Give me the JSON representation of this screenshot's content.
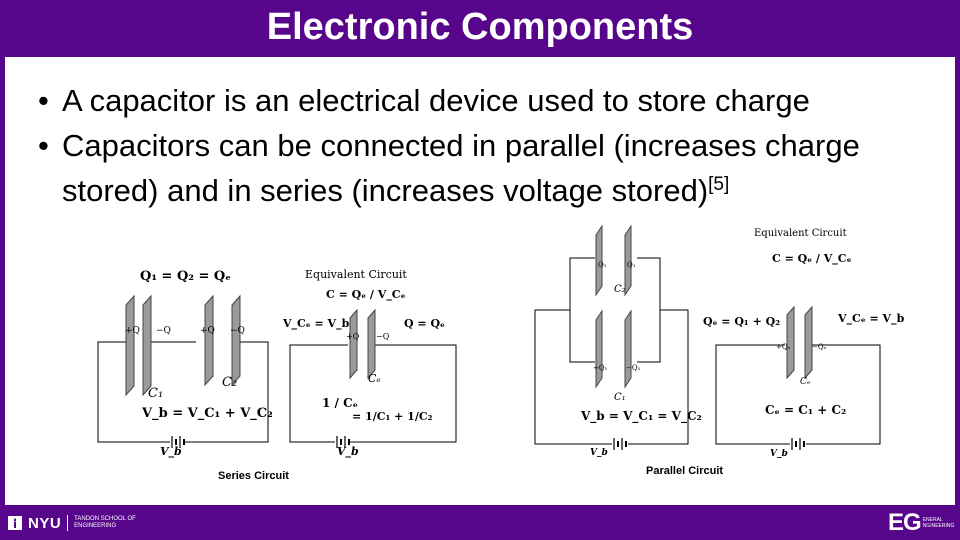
{
  "slide": {
    "title": "Electronic Components",
    "bullets": [
      "A capacitor is an electrical device used to store charge",
      "Capacitors can be connected in parallel (increases charge stored) and in series (increases voltage stored)"
    ],
    "bullet_marker": "•",
    "citation": "[5]"
  },
  "series_figure": {
    "eq_top": "Q₁ = Q₂ = Qₑ",
    "plate_labels": [
      "+Q",
      "−Q",
      "+Q",
      "−Q"
    ],
    "cap_c1": "C₁",
    "cap_c2": "C₂",
    "eq_vb": "V_b = V_C₁ + V_C₂",
    "source_label": "V_b",
    "caption": "Series Circuit",
    "equiv_title": "Equivalent Circuit",
    "equiv_eq_c": "C = Qₑ / V_Cₑ",
    "equiv_eq_v": "V_Cₑ = V_b",
    "equiv_eq_q": "Q = Qₑ",
    "equiv_plates": [
      "+Q",
      "−Q"
    ],
    "equiv_cap": "Cₑ",
    "recip_lhs": "1 / Cₑ",
    "recip_rhs": "= 1/C₁ + 1/C₂",
    "equiv_source": "V_b"
  },
  "parallel_figure": {
    "plate_labels_top": [
      "Q₁",
      "Q₁"
    ],
    "cap_c2_label": "C₂",
    "plate_labels_bottom": [
      "+Q₁",
      "−Q₁"
    ],
    "cap_c1_label": "C₁",
    "eq_qe": "Qₑ = Q₁ + Q₂",
    "eq_vb": "V_b = V_C₁ = V_C₂",
    "source_label": "V_b",
    "caption": "Parallel Circuit",
    "equiv_title": "Equivalent Circuit",
    "equiv_eq_c": "C = Qₑ / V_Cₑ",
    "equiv_eq_v": "V_Cₑ = V_b",
    "equiv_plates": [
      "+Qₑ",
      "−Qₑ"
    ],
    "equiv_cap": "Cₑ",
    "equiv_eq_sum": "Cₑ = C₁ + C₂",
    "equiv_source": "V_b"
  },
  "footer": {
    "nyu": "NYU",
    "tandon": "TANDON SCHOOL OF ENGINEERING",
    "eg": "EG",
    "eg_sub": "ENERAL NGINEERING",
    "torch_icon": "torch-icon"
  },
  "colors": {
    "brand": "#57068c"
  }
}
